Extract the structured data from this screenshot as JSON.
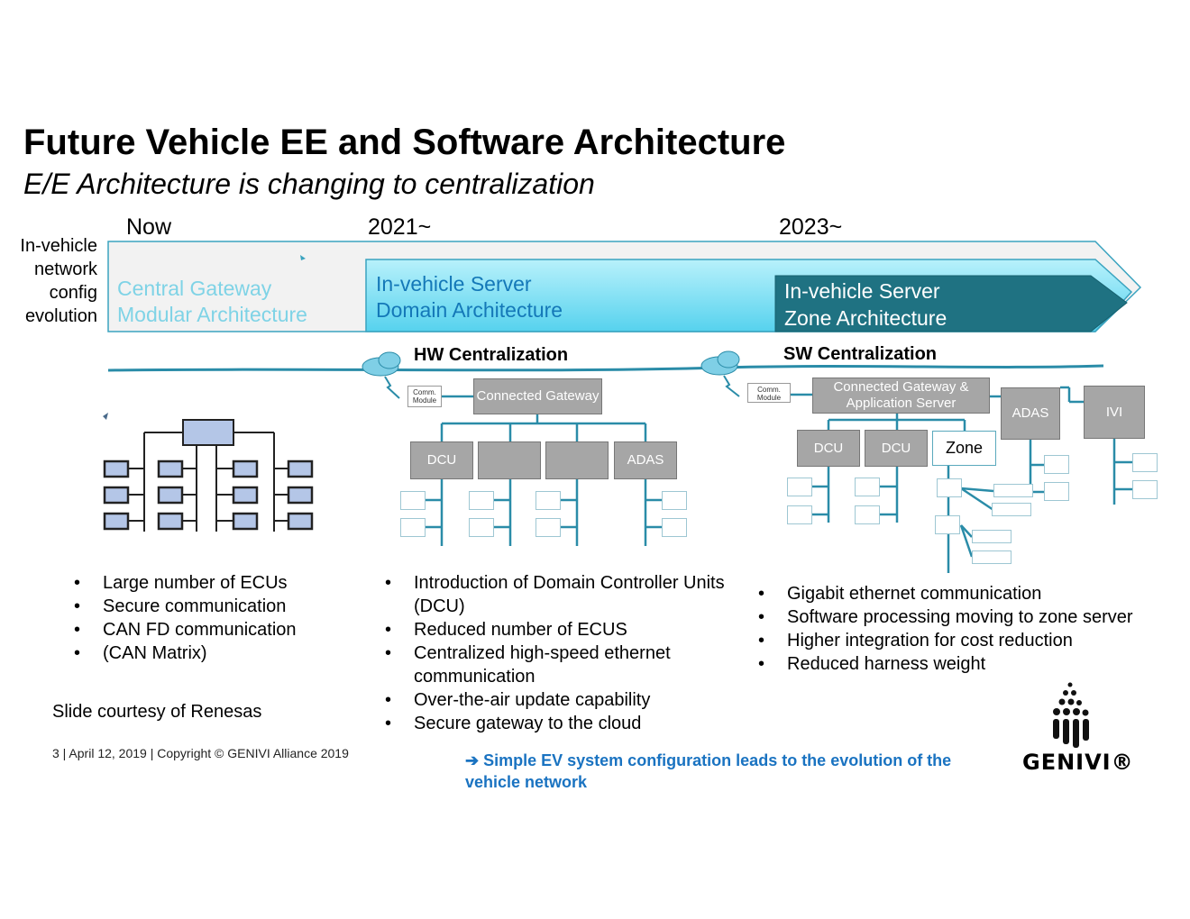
{
  "slide": {
    "title": "Future Vehicle EE and Software Architecture",
    "subtitle": "E/E Architecture is changing to centralization",
    "side_label": "In-vehicle network config evolution",
    "eras": [
      "Now",
      "2021~",
      "2023~"
    ],
    "arrows": {
      "now": [
        "Central Gateway",
        "Modular Architecture"
      ],
      "mid": [
        "In-vehicle Server",
        "Domain Architecture"
      ],
      "future": [
        "In-vehicle Server",
        "Zone Architecture"
      ]
    },
    "sections": {
      "hw": "HW Centralization",
      "sw": "SW Centralization"
    },
    "diagram": {
      "comm_module": "Comm. Module",
      "connected_gateway": "Connected Gateway",
      "connected_gateway_app": "Connected Gateway & Application Server",
      "dcu": "DCU",
      "adas": "ADAS",
      "ivi": "IVI",
      "zone": "Zone"
    },
    "bullets_now": [
      "Large number of ECUs",
      "Secure communication",
      "CAN FD communication",
      "(CAN Matrix)"
    ],
    "bullets_mid": [
      "Introduction of Domain Controller Units (DCU)",
      "Reduced number of ECUS",
      "Centralized high-speed ethernet communication",
      "Over-the-air update capability",
      "Secure gateway to the cloud"
    ],
    "bullets_future": [
      "Gigabit ethernet communication",
      "Software processing moving to zone server",
      "Higher integration for cost reduction",
      "Reduced harness weight"
    ],
    "courtesy": "Slide courtesy of Renesas",
    "footer": "3   |   April 12, 2019   |   Copyright © GENIVI Alliance 2019",
    "conclusion": "Simple EV system configuration leads to the evolution of the vehicle network",
    "logo": "GENIVI®",
    "colors": {
      "arrow_light": "#f2f2f2",
      "arrow_mid": "#7fe3f7",
      "arrow_dark": "#1f7282",
      "line": "#2a8ca8",
      "accent_blue": "#1a73c1"
    }
  }
}
